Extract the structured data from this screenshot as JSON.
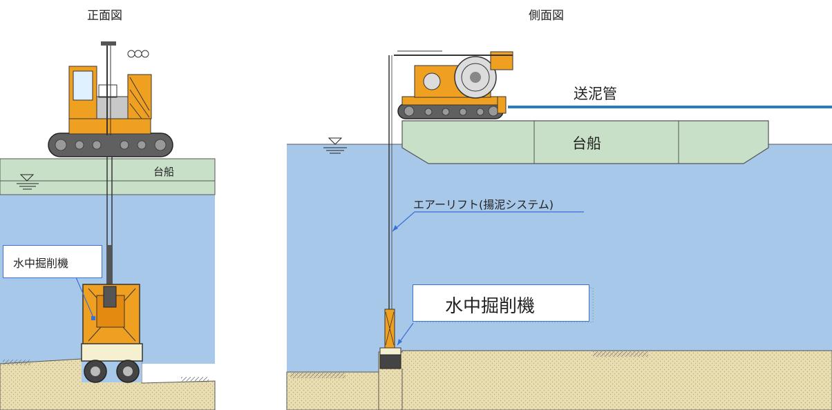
{
  "front_view": {
    "title": "正面図",
    "barge_label": "台船",
    "excavator_label": "水中掘削機"
  },
  "side_view": {
    "title": "側面図",
    "mud_pipe_label": "送泥管",
    "barge_label": "台船",
    "airlift_label": "エアーリフト(揚泥システム)",
    "excavator_label": "水中掘削機"
  },
  "colors": {
    "water": "#a8c8ea",
    "barge": "#c8e0c8",
    "seabed": "#e8dcb0",
    "machine": "#f0a020",
    "label_border": "#3a6fd6",
    "pipe": "#2a7ac0"
  }
}
